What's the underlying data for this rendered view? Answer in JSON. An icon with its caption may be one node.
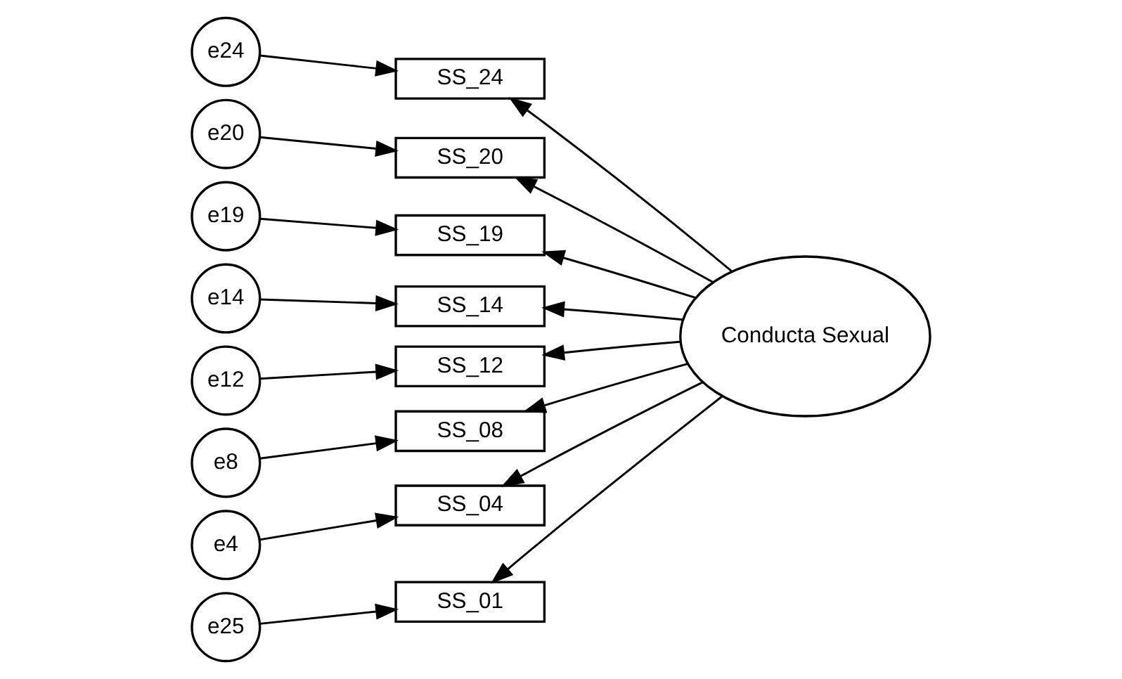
{
  "diagram": {
    "nodes": [
      {
        "text": [
          "e24"
        ]
      },
      {
        "text": [
          "SS_24"
        ]
      },
      {
        "text": [
          "e20"
        ]
      },
      {
        "text": [
          "SS_20"
        ]
      },
      {
        "text": [
          "e19"
        ]
      },
      {
        "text": [
          "SS_19"
        ]
      },
      {
        "text": [
          "e14"
        ]
      },
      {
        "text": [
          "SS_14"
        ]
      },
      {
        "text": [
          "e12"
        ]
      },
      {
        "text": [
          "SS_12"
        ]
      },
      {
        "text": [
          "e8"
        ]
      },
      {
        "text": [
          "SS_08"
        ]
      },
      {
        "text": [
          "e4"
        ]
      },
      {
        "text": [
          "SS_04"
        ]
      },
      {
        "text": [
          "e25"
        ]
      },
      {
        "text": [
          "SS_01"
        ]
      },
      {
        "text": [
          "Conducta Sexual"
        ]
      }
    ],
    "edges": [
      {
        "from": 0,
        "to": 1,
        "arrow": "to"
      },
      {
        "from": 2,
        "to": 3,
        "arrow": "to"
      },
      {
        "from": 4,
        "to": 5,
        "arrow": "to"
      },
      {
        "from": 6,
        "to": 7,
        "arrow": "to"
      },
      {
        "from": 8,
        "to": 9,
        "arrow": "to"
      },
      {
        "from": 10,
        "to": 11,
        "arrow": "to"
      },
      {
        "from": 12,
        "to": 13,
        "arrow": "to"
      },
      {
        "from": 14,
        "to": 15,
        "arrow": "to"
      },
      {
        "from": 16,
        "to": 1,
        "arrow": "to"
      },
      {
        "from": 16,
        "to": 3,
        "arrow": "to"
      },
      {
        "from": 16,
        "to": 5,
        "arrow": "to"
      },
      {
        "from": 16,
        "to": 7,
        "arrow": "to"
      },
      {
        "from": 16,
        "to": 9,
        "arrow": "to"
      },
      {
        "from": 16,
        "to": 11,
        "arrow": "to"
      },
      {
        "from": 16,
        "to": 13,
        "arrow": "to"
      },
      {
        "from": 16,
        "to": 15,
        "arrow": "to"
      }
    ]
  }
}
